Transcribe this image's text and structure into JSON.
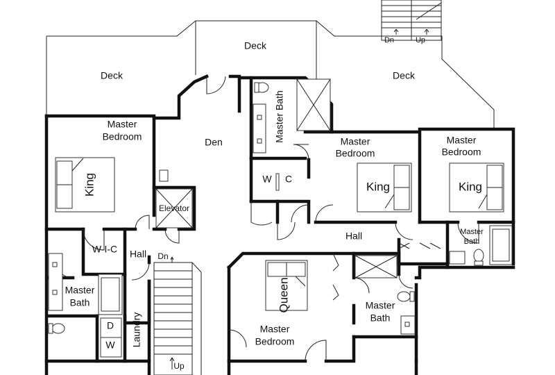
{
  "plan": {
    "labels": {
      "deck_left": "Deck",
      "deck_center": "Deck",
      "deck_right": "Deck",
      "stairs_top_dn": "Dn",
      "stairs_top_up": "Up",
      "master_bedroom_left_1": "Master",
      "master_bedroom_left_2": "Bedroom",
      "king_left": "King",
      "den": "Den",
      "elevator": "Elevator",
      "master_bath_top": "Master Bath",
      "wc_w": "W",
      "wc_c": "C",
      "master_bedroom_center_1": "Master",
      "master_bedroom_center_2": "Bedroom",
      "king_center": "King",
      "master_bedroom_right_1": "Master",
      "master_bedroom_right_2": "Bedroom",
      "king_right": "King",
      "hall_right": "Hall",
      "master_bath_small_1": "Master",
      "master_bath_small_2": "Bath",
      "wic": "W-I-C",
      "hall_left": "Hall",
      "stairs_dn": "Dn",
      "stairs_up": "Up",
      "master_bath_left_1": "Master",
      "master_bath_left_2": "Bath",
      "washer_d": "D",
      "washer_w": "W",
      "laundry": "Laundry",
      "queen": "Queen",
      "master_bedroom_bottom_1": "Master",
      "master_bedroom_bottom_2": "Bedroom",
      "master_bath_bottom_1": "Master",
      "master_bath_bottom_2": "Bath"
    }
  }
}
